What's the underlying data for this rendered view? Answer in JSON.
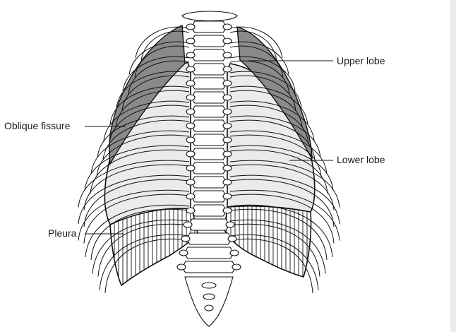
{
  "labels": {
    "upper_lobe": "Upper lobe",
    "oblique_fissure": "Oblique fissure",
    "lower_lobe": "Lower lobe",
    "pleura": "Pleura"
  },
  "colors": {
    "upper_lobe_fill": "#8a8a8a",
    "lower_lobe_fill": "#ebebeb",
    "outline": "#111111",
    "background": "#ffffff"
  }
}
